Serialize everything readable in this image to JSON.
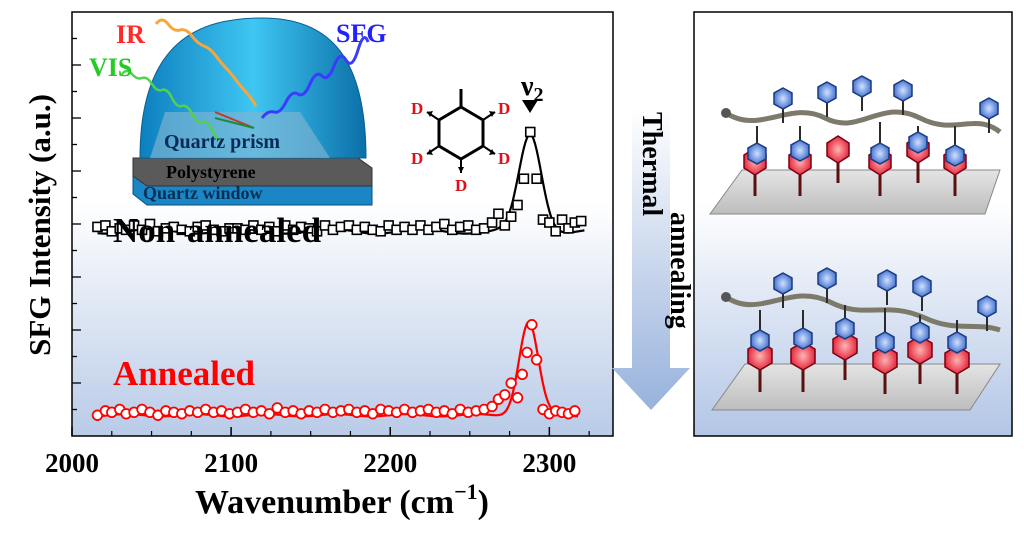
{
  "chart_data": {
    "type": "line",
    "xlabel": "Wavenumber (cm",
    "xlabel_sup": "−1",
    "xlabel_close": ")",
    "ylabel": "SFG Intensity (a.u.)",
    "xlim": [
      2000,
      2340
    ],
    "x_ticks": [
      2000,
      2100,
      2200,
      2300
    ],
    "ylim": [
      0,
      1
    ],
    "y_ticks_labeled": false,
    "peak_label": "ν",
    "peak_label_sub": "2",
    "series": [
      {
        "name": "Non-annealed",
        "color": "#000000",
        "marker": "square",
        "offset": 0.66,
        "x": [
          2016,
          2021,
          2025,
          2030,
          2034,
          2039,
          2044,
          2049,
          2054,
          2059,
          2064,
          2069,
          2074,
          2079,
          2084,
          2089,
          2094,
          2099,
          2104,
          2109,
          2114,
          2119,
          2124,
          2129,
          2134,
          2139,
          2144,
          2149,
          2154,
          2159,
          2164,
          2169,
          2174,
          2179,
          2184,
          2189,
          2194,
          2199,
          2204,
          2209,
          2214,
          2219,
          2224,
          2229,
          2234,
          2239,
          2244,
          2249,
          2254,
          2259,
          2264,
          2268,
          2272,
          2276,
          2280,
          2284,
          2288,
          2292,
          2296,
          2300,
          2304,
          2308,
          2312,
          2316,
          2320
        ],
        "y": [
          0.675,
          0.68,
          0.66,
          0.67,
          0.665,
          0.68,
          0.665,
          0.685,
          0.66,
          0.67,
          0.675,
          0.665,
          0.66,
          0.675,
          0.68,
          0.665,
          0.66,
          0.67,
          0.67,
          0.665,
          0.68,
          0.665,
          0.675,
          0.66,
          0.68,
          0.665,
          0.675,
          0.67,
          0.66,
          0.68,
          0.665,
          0.675,
          0.68,
          0.665,
          0.675,
          0.665,
          0.66,
          0.68,
          0.665,
          0.675,
          0.665,
          0.68,
          0.665,
          0.675,
          0.685,
          0.665,
          0.675,
          0.68,
          0.665,
          0.67,
          0.69,
          0.72,
          0.68,
          0.71,
          0.75,
          0.84,
          1.0,
          0.84,
          0.7,
          0.69,
          0.66,
          0.7,
          0.67,
          0.69,
          0.695
        ],
        "fit_peak": 2288,
        "fit_height": 0.33,
        "fit_width": 7
      },
      {
        "name": "Annealed",
        "color": "#ff0000",
        "marker": "circle",
        "offset": 0.03,
        "x": [
          2016,
          2021,
          2025,
          2030,
          2034,
          2039,
          2044,
          2049,
          2054,
          2059,
          2064,
          2069,
          2074,
          2079,
          2084,
          2089,
          2094,
          2099,
          2104,
          2109,
          2114,
          2119,
          2124,
          2129,
          2134,
          2139,
          2144,
          2149,
          2154,
          2159,
          2164,
          2169,
          2174,
          2179,
          2184,
          2189,
          2194,
          2199,
          2204,
          2209,
          2214,
          2219,
          2224,
          2229,
          2234,
          2239,
          2244,
          2249,
          2254,
          2259,
          2264,
          2268,
          2272,
          2276,
          2280,
          2283,
          2286,
          2289,
          2292,
          2296,
          2300,
          2304,
          2308,
          2312,
          2316
        ],
        "y": [
          0.03,
          0.045,
          0.04,
          0.05,
          0.035,
          0.04,
          0.05,
          0.04,
          0.03,
          0.045,
          0.04,
          0.035,
          0.045,
          0.04,
          0.05,
          0.04,
          0.045,
          0.035,
          0.04,
          0.05,
          0.04,
          0.045,
          0.035,
          0.055,
          0.04,
          0.045,
          0.035,
          0.045,
          0.04,
          0.05,
          0.04,
          0.045,
          0.05,
          0.04,
          0.045,
          0.035,
          0.05,
          0.045,
          0.04,
          0.05,
          0.04,
          0.045,
          0.05,
          0.04,
          0.045,
          0.035,
          0.05,
          0.04,
          0.045,
          0.05,
          0.06,
          0.085,
          0.1,
          0.14,
          0.09,
          0.17,
          0.245,
          0.34,
          0.22,
          0.05,
          0.035,
          0.045,
          0.04,
          0.035,
          0.045
        ],
        "fit_peak": 2287,
        "fit_height": 0.32,
        "fit_width": 6
      }
    ]
  },
  "inset": {
    "ir_label": "IR",
    "vis_label": "VIS",
    "sfg_label": "SFG",
    "prism_label": "Quartz prism",
    "film_label": "Polystyrene",
    "window_label": "Quartz window",
    "d_label": "D"
  },
  "arrow": {
    "label_line1": "Thermal",
    "label_line2": "annealing"
  },
  "colors": {
    "non_annealed": "#000000",
    "annealed": "#ff0000",
    "ir": "#ff2a2a",
    "vis": "#22cc22",
    "sfg": "#2222ff",
    "prism": "#1aa0d8",
    "panel_gradient_bottom": "#b7c8e6",
    "arrow": "#a9bedf"
  }
}
